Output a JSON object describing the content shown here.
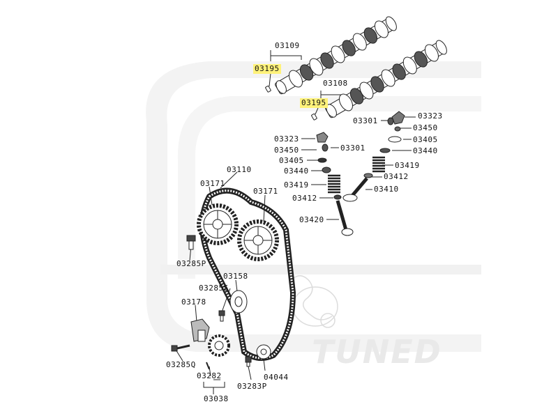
{
  "diagram": {
    "watermark": "TUNED",
    "highlight_color": "#fff27a",
    "labels": {
      "cam_intake": "03109",
      "key_intake": "03195",
      "cam_exhaust": "03108",
      "key_exhaust": "03195",
      "lifter_r_a": "03301",
      "rocker_r": "03323",
      "adjuster_r": "03450",
      "seal_r": "03405",
      "seat_r": "03440",
      "spring_r": "03419",
      "retainer_r": "03412",
      "valve_r": "03410",
      "rocker_l": "03323",
      "adjuster_l": "03450",
      "lifter_l": "03301",
      "seal_l": "03405",
      "seat_l": "03440",
      "spring_l": "03419",
      "retainer_l": "03412",
      "valve_l": "03420",
      "belt": "03110",
      "sprocket_l": "03171",
      "sprocket_r": "03171",
      "bolt_sprocket": "03285P",
      "idler": "03158",
      "bolt_idler": "03285S",
      "tensioner": "03178",
      "bolt_tensioner": "03285Q",
      "pin": "03282",
      "tensioner_pulley": "03038",
      "bolt_lower": "03283P",
      "pulley_lower": "04044"
    }
  }
}
